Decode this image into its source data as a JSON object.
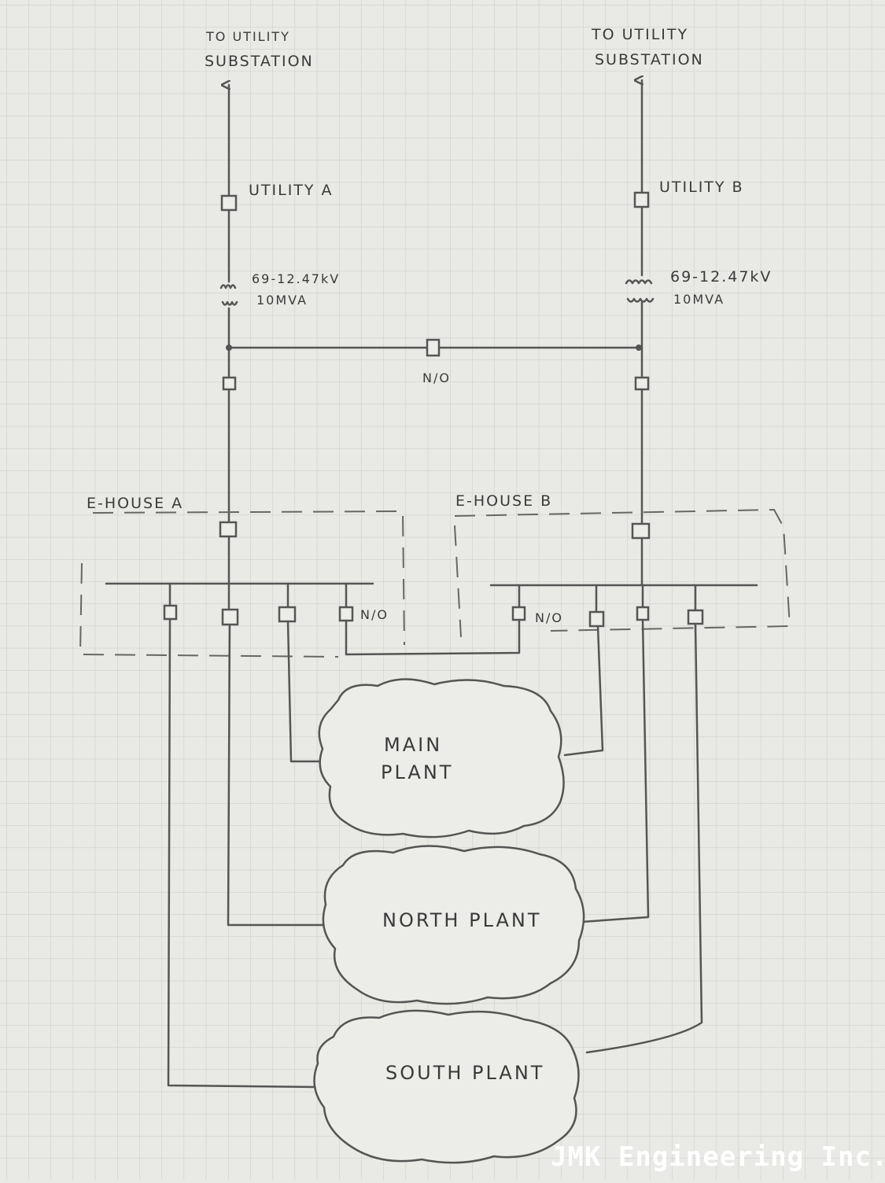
{
  "sources": {
    "left_substation_line1": "TO UTILITY",
    "left_substation_line2": "SUBSTATION",
    "right_substation_line1": "TO UTILITY",
    "right_substation_line2": "SUBSTATION"
  },
  "breakers": {
    "utility_a": "UTILITY A",
    "utility_b": "UTILITY B",
    "tie_no": "N/O",
    "ehouse_a_tie_no": "N/O",
    "ehouse_b_tie_no": "N/O"
  },
  "transformers": {
    "left_rating_voltage": "69-12.47kV",
    "left_rating_power": "10MVA",
    "right_rating_voltage": "69-12.47kV",
    "right_rating_power": "10MVA"
  },
  "enclosures": {
    "ehouse_a": "E-HOUSE A",
    "ehouse_b": "E-HOUSE B"
  },
  "loads": {
    "main_line1": "MAIN",
    "main_line2": "PLANT",
    "north": "NORTH PLANT",
    "south": "SOUTH PLANT"
  },
  "watermark": "JMK Engineering Inc.",
  "colors": {
    "paper": "#e9e9e6",
    "grid": "#c9c9c6",
    "ink": "#555555"
  }
}
